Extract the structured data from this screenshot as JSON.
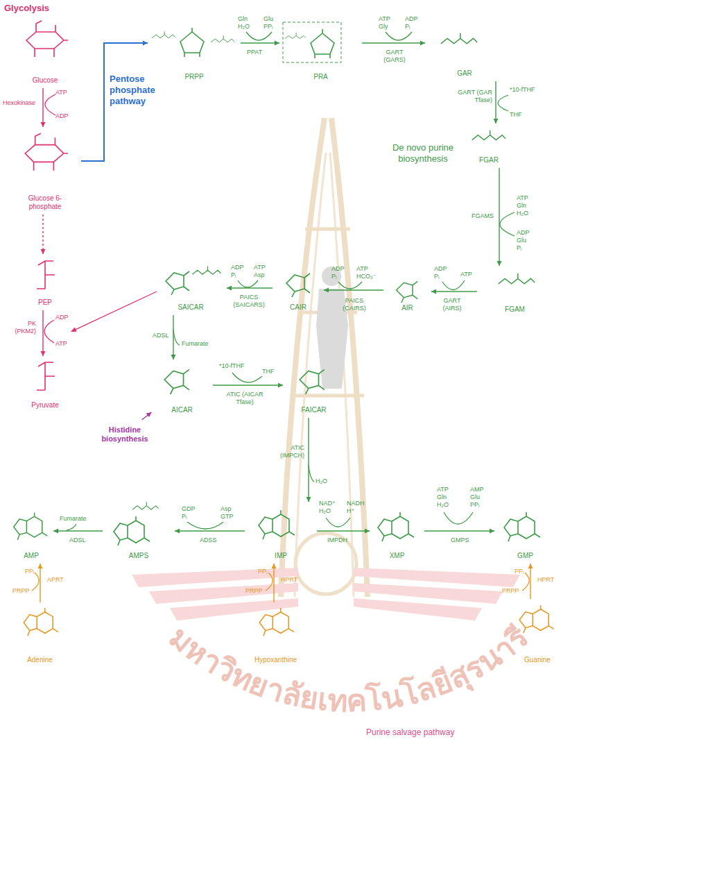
{
  "diagram": {
    "title": "Glycolysis",
    "nodes": [
      {
        "text": [
          "Glucose"
        ]
      },
      {
        "text": [
          "Glucose 6-phosphate"
        ]
      },
      {
        "text": [
          "PEP"
        ]
      },
      {
        "text": [
          "Pyruvate"
        ]
      },
      {
        "text": [
          "PRPP"
        ]
      },
      {
        "text": [
          "PRA"
        ]
      },
      {
        "text": [
          "GAR"
        ]
      },
      {
        "text": [
          "FGAR"
        ]
      },
      {
        "text": [
          "FGAM"
        ]
      },
      {
        "text": [
          "AIR"
        ]
      },
      {
        "text": [
          "CAIR"
        ]
      },
      {
        "text": [
          "SAICAR"
        ]
      },
      {
        "text": [
          "AICAR"
        ]
      },
      {
        "text": [
          "FAICAR"
        ]
      },
      {
        "text": [
          "IMP"
        ]
      },
      {
        "text": [
          "XMP"
        ]
      },
      {
        "text": [
          "GMP"
        ]
      },
      {
        "text": [
          "AMPS"
        ]
      },
      {
        "text": [
          "AMP"
        ]
      },
      {
        "text": [
          "Adenine"
        ]
      },
      {
        "text": [
          "Hypoxanthine"
        ]
      },
      {
        "text": [
          "Guanine"
        ]
      },
      {
        "text": [
          "Histidine biosynthesis"
        ]
      }
    ],
    "edges": [
      {
        "from": 0,
        "to": 1,
        "arrow": "to",
        "label": "Hexokinase"
      },
      {
        "from": 1,
        "to": 2,
        "arrow": "to"
      },
      {
        "from": 2,
        "to": 3,
        "arrow": "to",
        "label": "PK (PKM2)"
      },
      {
        "from": 1,
        "to": 4,
        "arrow": "to",
        "label": "Pentose phosphate pathway"
      },
      {
        "from": 4,
        "to": 5,
        "arrow": "to",
        "label": "PPAT"
      },
      {
        "from": 5,
        "to": 6,
        "arrow": "to",
        "label": "GART (GARS)"
      },
      {
        "from": 6,
        "to": 7,
        "arrow": "to",
        "label": "GART (GAR Tfase)"
      },
      {
        "from": 7,
        "to": 8,
        "arrow": "to",
        "label": "FGAMS"
      },
      {
        "from": 8,
        "to": 9,
        "arrow": "to",
        "label": "GART (AIRS)"
      },
      {
        "from": 9,
        "to": 10,
        "arrow": "to",
        "label": "PAICS (CAIRS)"
      },
      {
        "from": 10,
        "to": 11,
        "arrow": "to",
        "label": "PAICS (SAICARS)"
      },
      {
        "from": 11,
        "to": 12,
        "arrow": "to",
        "label": "ADSL"
      },
      {
        "from": 12,
        "to": 13,
        "arrow": "to",
        "label": "ATIC (AICAR Tfase)"
      },
      {
        "from": 13,
        "to": 14,
        "arrow": "to",
        "label": "ATIC (IMPCH)"
      },
      {
        "from": 14,
        "to": 15,
        "arrow": "to",
        "label": "IMPDH"
      },
      {
        "from": 15,
        "to": 16,
        "arrow": "to",
        "label": "GMPS"
      },
      {
        "from": 14,
        "to": 17,
        "arrow": "to",
        "label": "ADSS"
      },
      {
        "from": 17,
        "to": 18,
        "arrow": "to",
        "label": "ADSL"
      },
      {
        "from": 19,
        "to": 18,
        "arrow": "to",
        "label": "APRT"
      },
      {
        "from": 20,
        "to": 14,
        "arrow": "to",
        "label": "HPRT"
      },
      {
        "from": 21,
        "to": 16,
        "arrow": "to",
        "label": "HPRT"
      },
      {
        "from": 22,
        "to": 12,
        "arrow": "to"
      }
    ],
    "labels": [
      "De novo purine biosynthesis",
      "ATP",
      "ADP",
      "ADP",
      "ATP",
      "Gln H₂O",
      "Glu PPᵢ",
      "ATP Gly",
      "ADP Pᵢ",
      "*10-fTHF",
      "THF",
      "ATP Gln H₂O",
      "ADP Glu Pᵢ",
      "ADP Pᵢ",
      "ATP",
      "ADP Pᵢ",
      "ATP HCO₃⁻",
      "ADP Pᵢ",
      "ATP Asp",
      "Fumarate",
      "*10-fTHF",
      "THF",
      "H₂O",
      "NAD⁺ H₂O",
      "NADH H⁺",
      "ATP Gln H₂O",
      "AMP Glu PPᵢ",
      "GDP Pᵢ",
      "Asp GTP",
      "Fumarate",
      "PPᵢ",
      "PRPP",
      "PPᵢ",
      "PRPP",
      "PPᵢ",
      "PRPP",
      "Purine salvage pathway",
      "มหาวิทยาลัยเทคโนโลยีสุรนารี"
    ]
  }
}
